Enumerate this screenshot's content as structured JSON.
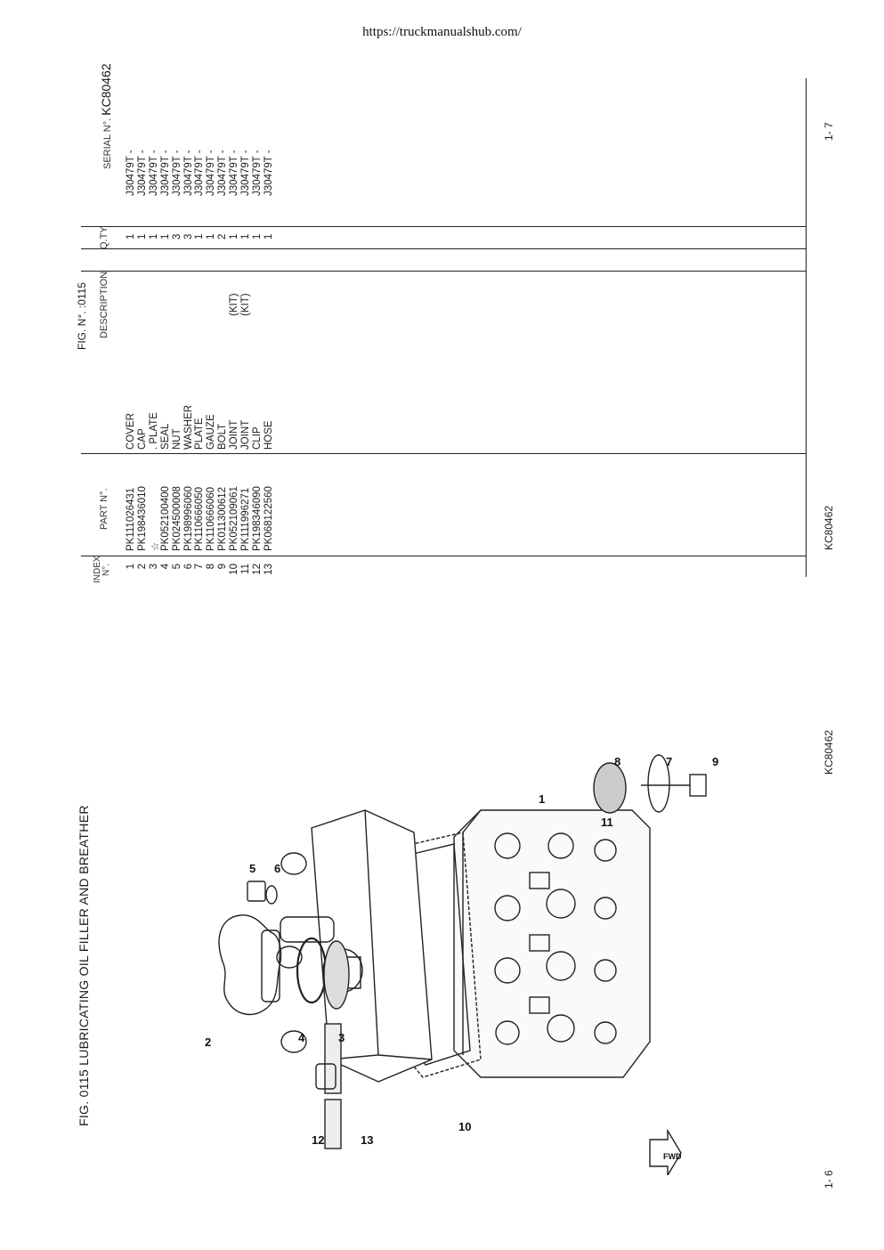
{
  "header": {
    "url": "https://truckmanualshub.com/"
  },
  "figure": {
    "title": "FIG. 0115   LUBRICATING OIL FILLER AND BREATHER",
    "code": "KC80462",
    "page": "1- 6",
    "callouts": [
      "1",
      "2",
      "3",
      "4",
      "5",
      "6",
      "7",
      "8",
      "9",
      "10",
      "11",
      "12",
      "13"
    ],
    "fwd_label": "FWD"
  },
  "table": {
    "fig_no": "FIG. N°.   :0115",
    "headers": {
      "index": "INDEX",
      "index_no": "N°.",
      "part": "PART N°.",
      "description": "DESCRIPTION",
      "qty": "Q.TY",
      "serial": "SERIAL N°.",
      "serial_code": "KC80462"
    },
    "rows": [
      {
        "index": "1",
        "part": "PK111026431",
        "desc": "COVER",
        "note": "",
        "qty": "1",
        "serial": "J30479T -"
      },
      {
        "index": "2",
        "part": "PK198436010",
        "desc": "CAP",
        "note": "",
        "qty": "1",
        "serial": "J30479T -"
      },
      {
        "index": "3",
        "part": "☆",
        "desc": "  . PLATE",
        "note": "",
        "qty": "1",
        "serial": "J30479T -"
      },
      {
        "index": "4",
        "part": "PK052100400",
        "desc": "SEAL",
        "note": "",
        "qty": "1",
        "serial": "J30479T -"
      },
      {
        "index": "5",
        "part": "PK024500008",
        "desc": "NUT",
        "note": "",
        "qty": "3",
        "serial": "J30479T -"
      },
      {
        "index": "6",
        "part": "PK198996060",
        "desc": "WASHER",
        "note": "",
        "qty": "3",
        "serial": "J30479T -"
      },
      {
        "index": "7",
        "part": "PK110666050",
        "desc": "PLATE",
        "note": "",
        "qty": "1",
        "serial": "J30479T -"
      },
      {
        "index": "8",
        "part": "PK110666060",
        "desc": "GAUZE",
        "note": "",
        "qty": "1",
        "serial": "J30479T -"
      },
      {
        "index": "9",
        "part": "PK011300612",
        "desc": "BOLT",
        "note": "",
        "qty": "2",
        "serial": "J30479T -"
      },
      {
        "index": "10",
        "part": "PK052109061",
        "desc": "JOINT",
        "note": "(KIT)",
        "qty": "1",
        "serial": "J30479T -"
      },
      {
        "index": "11",
        "part": "PK111996271",
        "desc": "JOINT",
        "note": "(KIT)",
        "qty": "1",
        "serial": "J30479T -"
      },
      {
        "index": "12",
        "part": "PK198346090",
        "desc": "CLIP",
        "note": "",
        "qty": "1",
        "serial": "J30479T -"
      },
      {
        "index": "13",
        "part": "PK068122560",
        "desc": "HOSE",
        "note": "",
        "qty": "1",
        "serial": "J30479T -"
      }
    ],
    "code": "KC80462",
    "page": "1- 7"
  }
}
